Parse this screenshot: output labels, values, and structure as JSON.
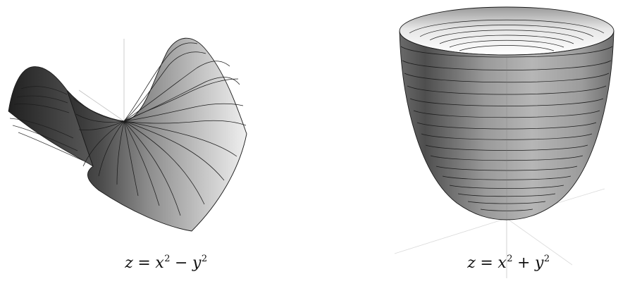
{
  "figures": [
    {
      "id": "saddle",
      "caption": {
        "var": "z",
        "eq": "=",
        "a": "x",
        "a_exp": "2",
        "op": "−",
        "b": "y",
        "b_exp": "2"
      }
    },
    {
      "id": "paraboloid",
      "caption": {
        "var": "z",
        "eq": "=",
        "a": "x",
        "a_exp": "2",
        "op": "+",
        "b": "y",
        "b_exp": "2"
      }
    }
  ],
  "colors": {
    "surface_dark": "#3a3a3a",
    "surface_mid": "#8a8a8a",
    "surface_light": "#ededed",
    "contour": "#1c1c1c",
    "axis": "#b8b8b8"
  }
}
